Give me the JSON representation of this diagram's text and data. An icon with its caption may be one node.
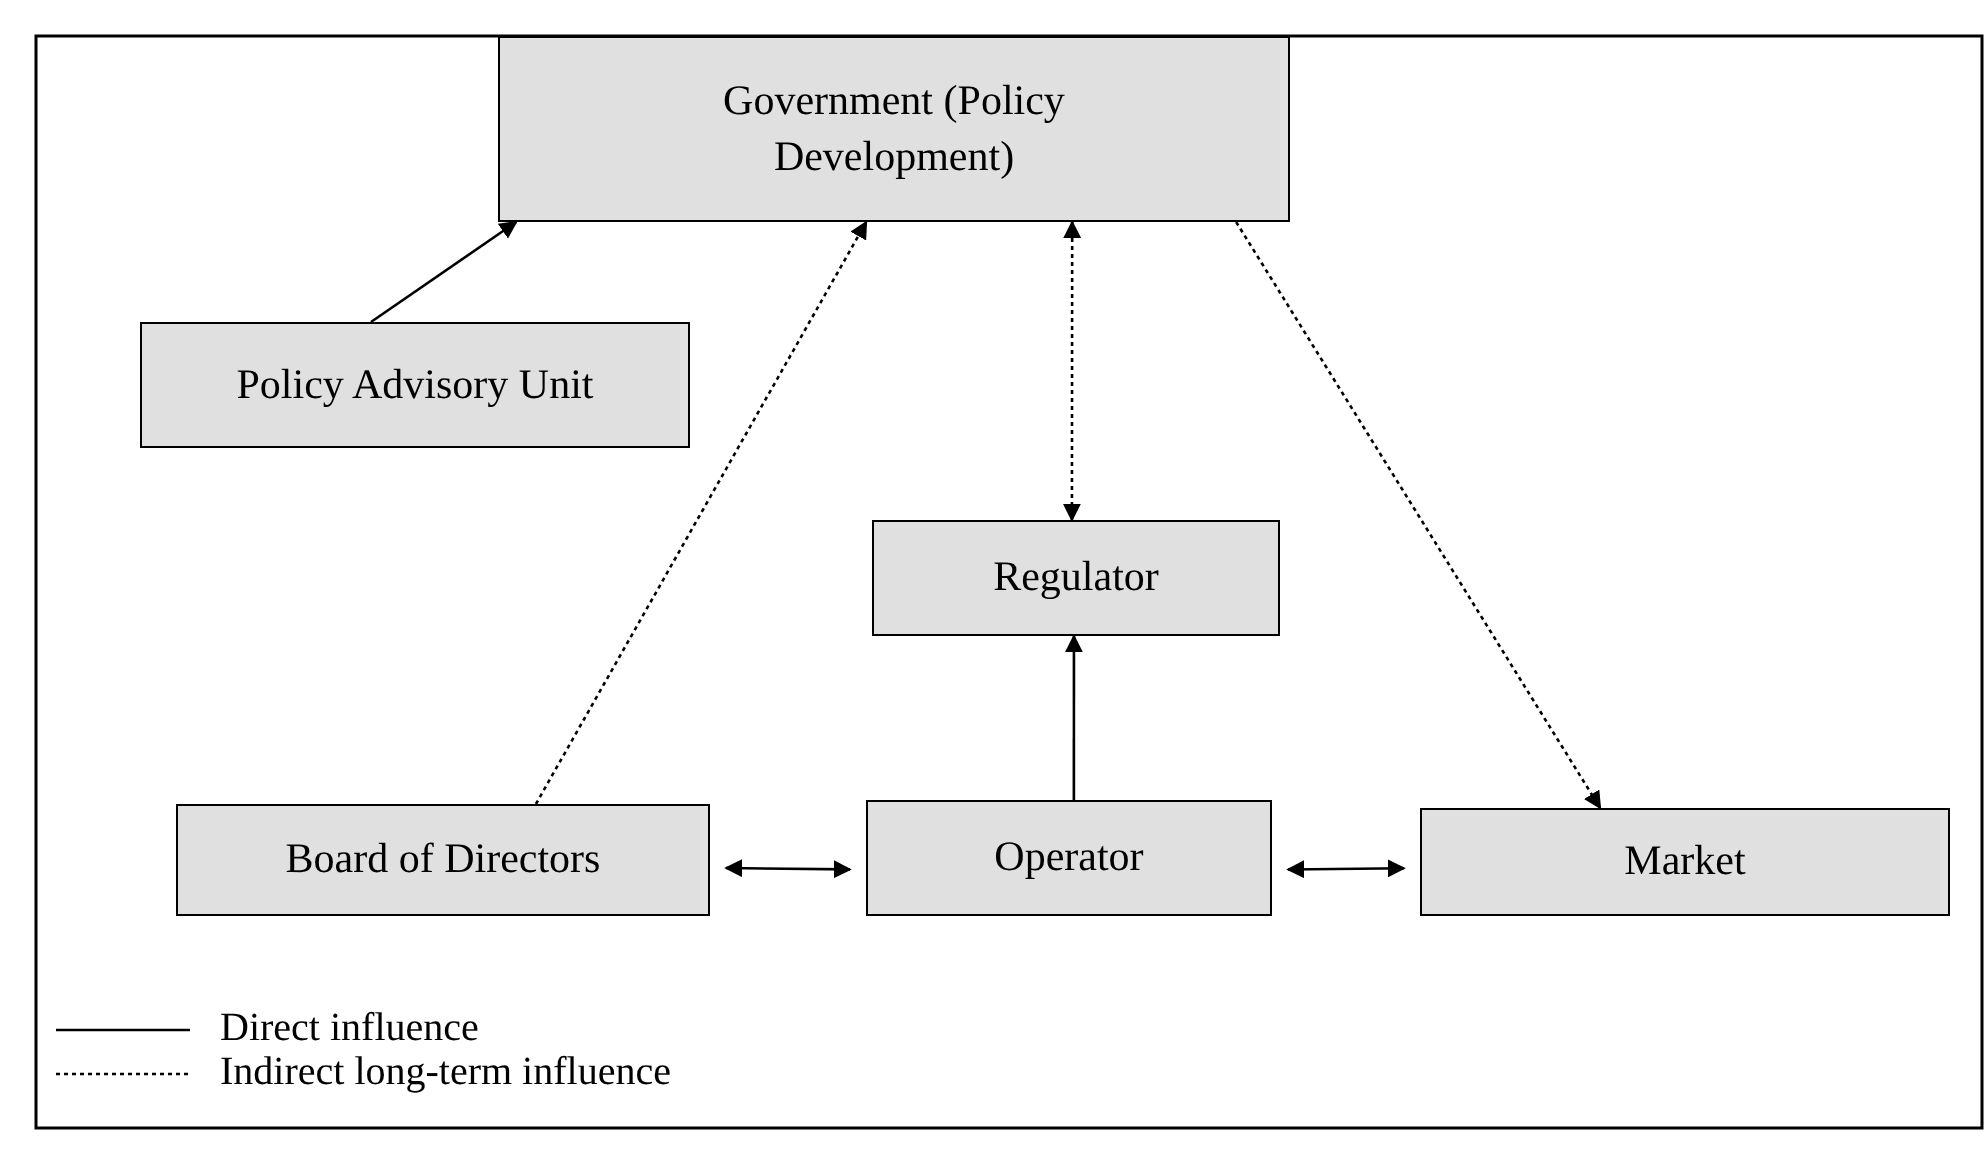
{
  "diagram": {
    "nodes": [
      {
        "text": [
          "Government (Policy Development)"
        ]
      },
      {
        "text": [
          "Policy Advisory Unit"
        ]
      },
      {
        "text": [
          "Regulator"
        ]
      },
      {
        "text": [
          "Board of Directors"
        ]
      },
      {
        "text": [
          "Operator"
        ]
      },
      {
        "text": [
          "Market"
        ]
      }
    ],
    "edges": [
      {
        "from": 1,
        "to": 0,
        "arrow": "to"
      },
      {
        "from": 3,
        "to": 0,
        "arrow": "to",
        "style": "dashed"
      },
      {
        "from": 0,
        "to": 2,
        "arrow": "both",
        "style": "dashed"
      },
      {
        "from": 0,
        "to": 5,
        "arrow": "to",
        "style": "dashed"
      },
      {
        "from": 4,
        "to": 2,
        "arrow": "to"
      },
      {
        "from": 3,
        "to": 4,
        "arrow": "both"
      },
      {
        "from": 4,
        "to": 5,
        "arrow": "both"
      }
    ],
    "legend": [
      {
        "text": "Direct influence"
      },
      {
        "text": "Indirect long-term influence"
      }
    ]
  }
}
